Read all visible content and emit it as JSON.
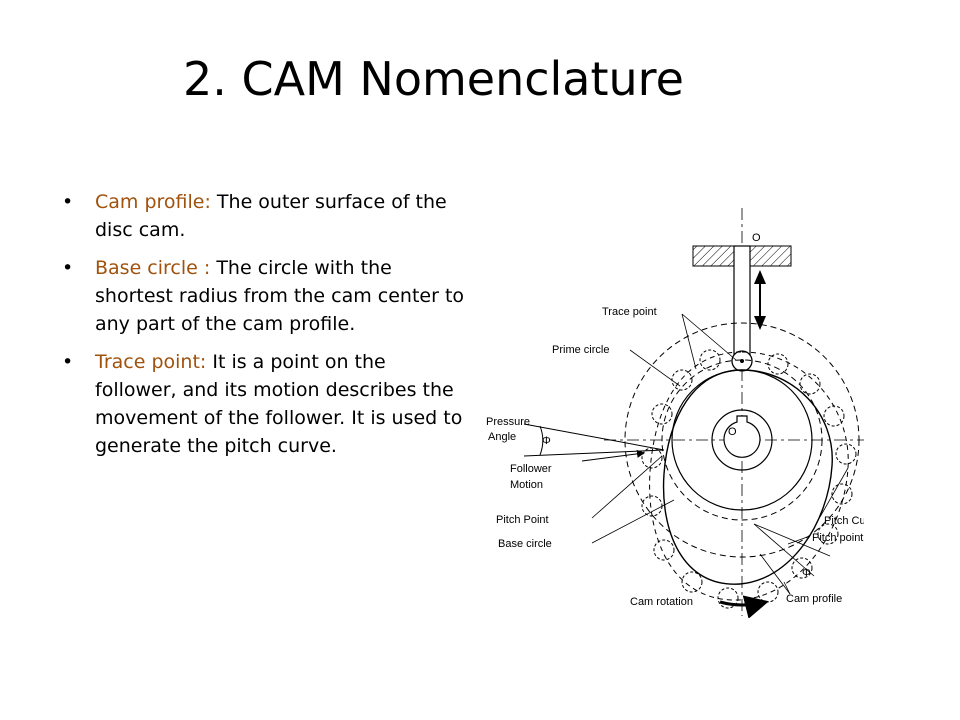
{
  "slide": {
    "title": "2. CAM Nomenclature",
    "bullets": [
      {
        "term": "Cam profile:",
        "text": " The outer surface of the disc cam."
      },
      {
        "term": "Base circle :",
        "text": " The circle with the shortest radius from the cam center to any part of the cam profile."
      },
      {
        "term": "Trace point:",
        "text": " It is a point on the follower, and its motion describes the movement of the follower. It is used to generate the pitch curve."
      }
    ],
    "bullet_glyph": "•",
    "colors": {
      "term": "#a0520d",
      "text": "#000000"
    }
  },
  "diagram": {
    "labels": {
      "follower_o": "O",
      "trace_point": "Trace point",
      "prime_circle": "Prime circle",
      "pressure": "Pressure",
      "angle": "Angle",
      "follower": "Follower",
      "motion": "Motion",
      "center_o": "O",
      "pitch_point_left": "Pitch Point",
      "base_circle": "Base circle",
      "pitch_curve": "Pitch Curve",
      "pitch_point_right": "Pitch point",
      "cam_rotation": "Cam rotation",
      "cam_profile": "Cam profile"
    }
  }
}
